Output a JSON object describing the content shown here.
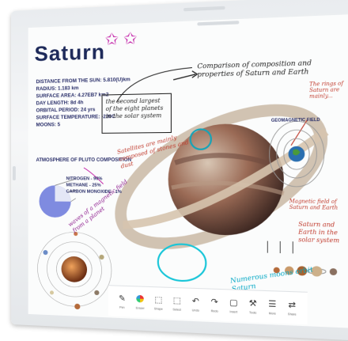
{
  "whiteboard": {
    "title": "Saturn",
    "stars": "✩ ✩",
    "stats": [
      "DISTANCE FROM THE SUN: 5.810(U)km",
      "RADIUS: 1.183 km",
      "SURFACE AREA: 4.27EB7 km2",
      "DAY LENGTH: 8d 4h",
      "ORBITAL PERIOD: 24 yrs",
      "SURFACE TEMPERATURE: -230C",
      "MOONS: 5"
    ],
    "note_box": "the second largest of the eight planets in the solar system",
    "comparison_note": "Comparison of composition and properties of Saturn and Earth",
    "ring_note": "The rings of Saturn are mainly...",
    "geomagnetic_label": "GEOMAGNETIC FIELD",
    "pluto_title": "ATMOSPHERE OF PLUTO COMPOSITION",
    "pluto_items": [
      "NITROGEN - 90%",
      "METHANE - 25%",
      "CARBON MONOXIDE - 1%"
    ],
    "satellites_note": "Satellites are mainly composed of stones and dust",
    "waves_note": "waves of a magnetic field from a planet",
    "mag_note": "Magnetic field of Saturn and Earth",
    "sat_earth_note": "Saturn and Earth in the solar system",
    "moons_note": "Numerous moons orbit Saturn"
  },
  "toolbar": {
    "items": [
      {
        "label": "Pen",
        "icon": "pen-icon",
        "glyph": "✎"
      },
      {
        "label": "Eraser",
        "icon": "palette-icon",
        "glyph": ""
      },
      {
        "label": "Shape",
        "icon": "shape-icon",
        "glyph": "⬚"
      },
      {
        "label": "Select",
        "icon": "select-icon",
        "glyph": "⬚"
      },
      {
        "label": "Undo",
        "icon": "undo-icon",
        "glyph": "↶"
      },
      {
        "label": "Redo",
        "icon": "redo-icon",
        "glyph": "↷"
      },
      {
        "label": "Insert",
        "icon": "insert-icon",
        "glyph": "▢"
      },
      {
        "label": "Tools",
        "icon": "tools-icon",
        "glyph": "⚒"
      },
      {
        "label": "More",
        "icon": "more-icon",
        "glyph": "☰"
      },
      {
        "label": "Share",
        "icon": "share-icon",
        "glyph": "⇄"
      }
    ]
  },
  "colors": {
    "title": "#1e2a5a",
    "accent_pink": "#c21fa6",
    "accent_red": "#c0392b",
    "accent_cyan": "#00a7c4",
    "pluto_circle": "#7f8be0"
  }
}
